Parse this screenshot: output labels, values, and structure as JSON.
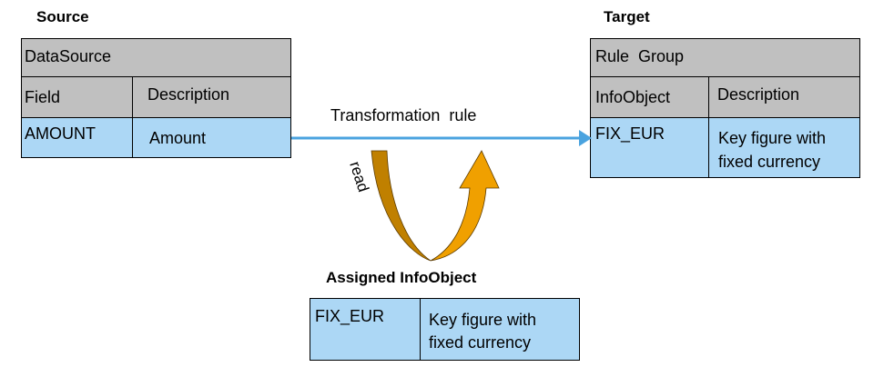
{
  "source": {
    "heading": "Source",
    "table_title": "DataSource",
    "columns": [
      "Field",
      "Description"
    ],
    "row": {
      "field": "AMOUNT",
      "description": "Amount"
    }
  },
  "target": {
    "heading": "Target",
    "table_title": "Rule  Group",
    "columns": [
      "InfoObject",
      "Description"
    ],
    "row": {
      "infoobject": "FIX_EUR",
      "description_line1": "Key figure with",
      "description_line2": "fixed currency"
    }
  },
  "transformation": {
    "label": "Transformation  rule",
    "arrow_color": "#4aa3df"
  },
  "read_arrow": {
    "label": "read",
    "color_dark": "#c08000",
    "color_light": "#f0a000"
  },
  "assigned": {
    "heading": "Assigned InfoObject",
    "row": {
      "infoobject": "FIX_EUR",
      "description_line1": "Key figure with",
      "description_line2": "fixed currency"
    }
  },
  "colors": {
    "header_gray": "#c0c0c0",
    "row_blue": "#acd7f5"
  }
}
